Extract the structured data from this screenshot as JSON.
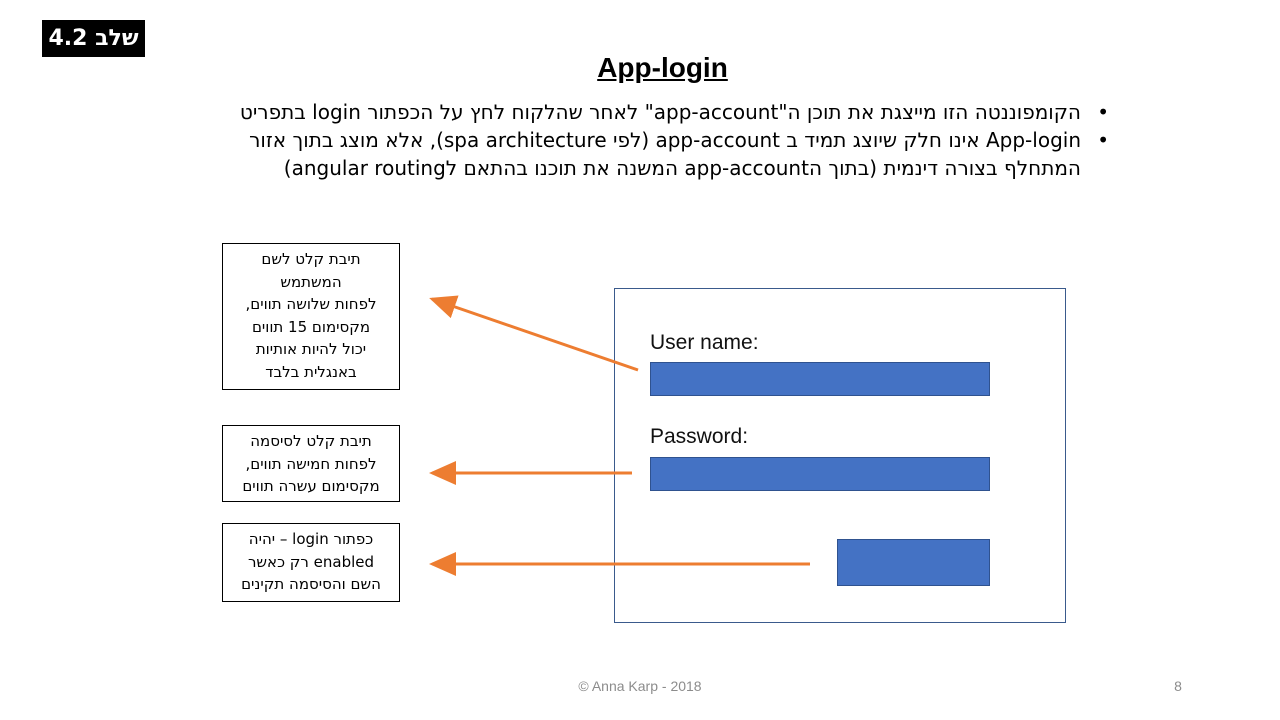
{
  "slide": {
    "stage_badge": "שלב 4.2",
    "title": "App-login",
    "bullets": [
      {
        "line1": "הקומפוננטה הזו מייצגת את תוכן ה\"app-account\" לאחר שהלקוח לחץ על הכפתור login בתפריט"
      },
      {
        "line1": "App-login אינו חלק שיוצג תמיד ב app-account (לפי spa architecture), אלא מוצג בתוך אזור",
        "line2": "המתחלף בצורה דינמית (בתוך הapp-account  המשנה את תוכנו בהתאם לangular routing)"
      }
    ]
  },
  "notes": {
    "username": [
      "תיבת קלט לשם",
      "המשתמש",
      "לפחות שלושה תווים,",
      "מקסימום 15 תווים",
      "יכול להיות אותיות",
      "באנגלית בלבד"
    ],
    "password": [
      "תיבת קלט לסיסמה",
      "לפחות חמישה תווים,",
      "מקסימום עשרה תווים"
    ],
    "login_button": [
      "כפתור login – יהיה",
      "enabled רק כאשר",
      "השם והסיסמה תקינים"
    ]
  },
  "mockup": {
    "username_label": "User name:",
    "password_label": "Password:"
  },
  "colors": {
    "accent_blue": "#4472c4",
    "arrow_orange": "#ed7d31"
  },
  "footer": {
    "copyright": "© Anna Karp - 2018",
    "page_number": "8"
  }
}
